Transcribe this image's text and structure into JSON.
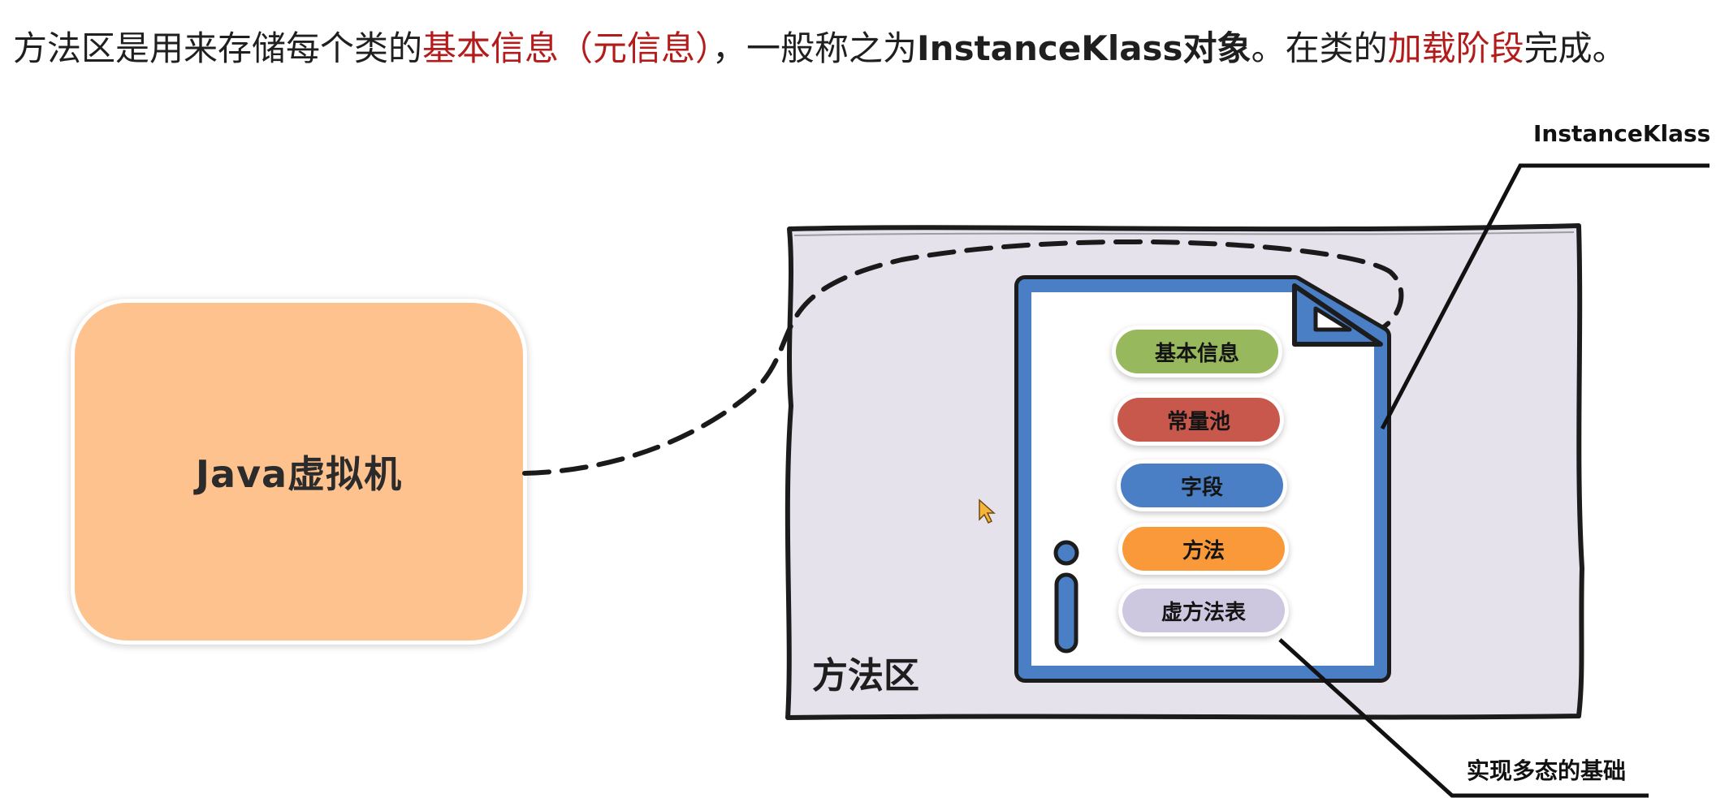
{
  "heading": {
    "part1": "方法区是用来存储每个类的",
    "part2": "基本信息（元信息）",
    "part3": "，一般称之为",
    "part4": "InstanceKlass对象",
    "part5": "。在类的",
    "part6": "加载阶段",
    "part7": "完成。"
  },
  "jvm": {
    "label": "Java虚拟机"
  },
  "method_area": {
    "label": "方法区"
  },
  "instance_klass": {
    "callout": "InstanceKlass",
    "items": [
      {
        "label": "基本信息",
        "color": "#98b85e"
      },
      {
        "label": "常量池",
        "color": "#c9584c"
      },
      {
        "label": "字段",
        "color": "#4a7fc6"
      },
      {
        "label": "方法",
        "color": "#f9993a"
      },
      {
        "label": "虚方法表",
        "color": "#cdc7df"
      }
    ]
  },
  "vtable_callout": "实现多态的基础",
  "colors": {
    "highlight": "#b41b1b",
    "jvm_fill": "#fec28f",
    "area_fill": "#e5e2ec",
    "document_blue": "#4a7fc6"
  }
}
